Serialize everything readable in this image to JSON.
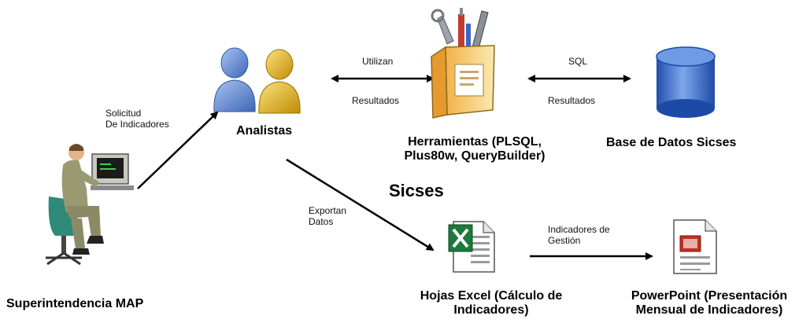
{
  "title": "Sicses",
  "nodes": {
    "superintendencia": {
      "label": "Superintendencia MAP"
    },
    "analistas": {
      "label": "Analistas"
    },
    "herramientas": {
      "line1": "Herramientas (PLSQL,",
      "line2": "Plus80w, QueryBuilder)"
    },
    "base_datos": {
      "label": "Base de Datos Sicses"
    },
    "hojas_excel": {
      "line1": "Hojas Excel (Cálculo de",
      "line2": "Indicadores)"
    },
    "powerpoint": {
      "line1": "PowerPoint (Presentación",
      "line2": "Mensual de Indicadores)"
    }
  },
  "edges": {
    "solicitud": {
      "line1": "Solicitud",
      "line2": "De Indicadores"
    },
    "utilizan": {
      "label": "Utilizan"
    },
    "resultados_1": {
      "label": "Resultados"
    },
    "sql": {
      "label": "SQL"
    },
    "resultados_2": {
      "label": "Resultados"
    },
    "exportan": {
      "line1": "Exportan",
      "line2": "Datos"
    },
    "indicadores": {
      "line1": "Indicadores de",
      "line2": "Gestión"
    }
  },
  "colors": {
    "analyst_blue": "#5a86d0",
    "analyst_yellow": "#e2b416",
    "database_blue": "#2d62c8",
    "excel_green": "#1c7a3a",
    "powerpoint_red": "#c03020"
  }
}
